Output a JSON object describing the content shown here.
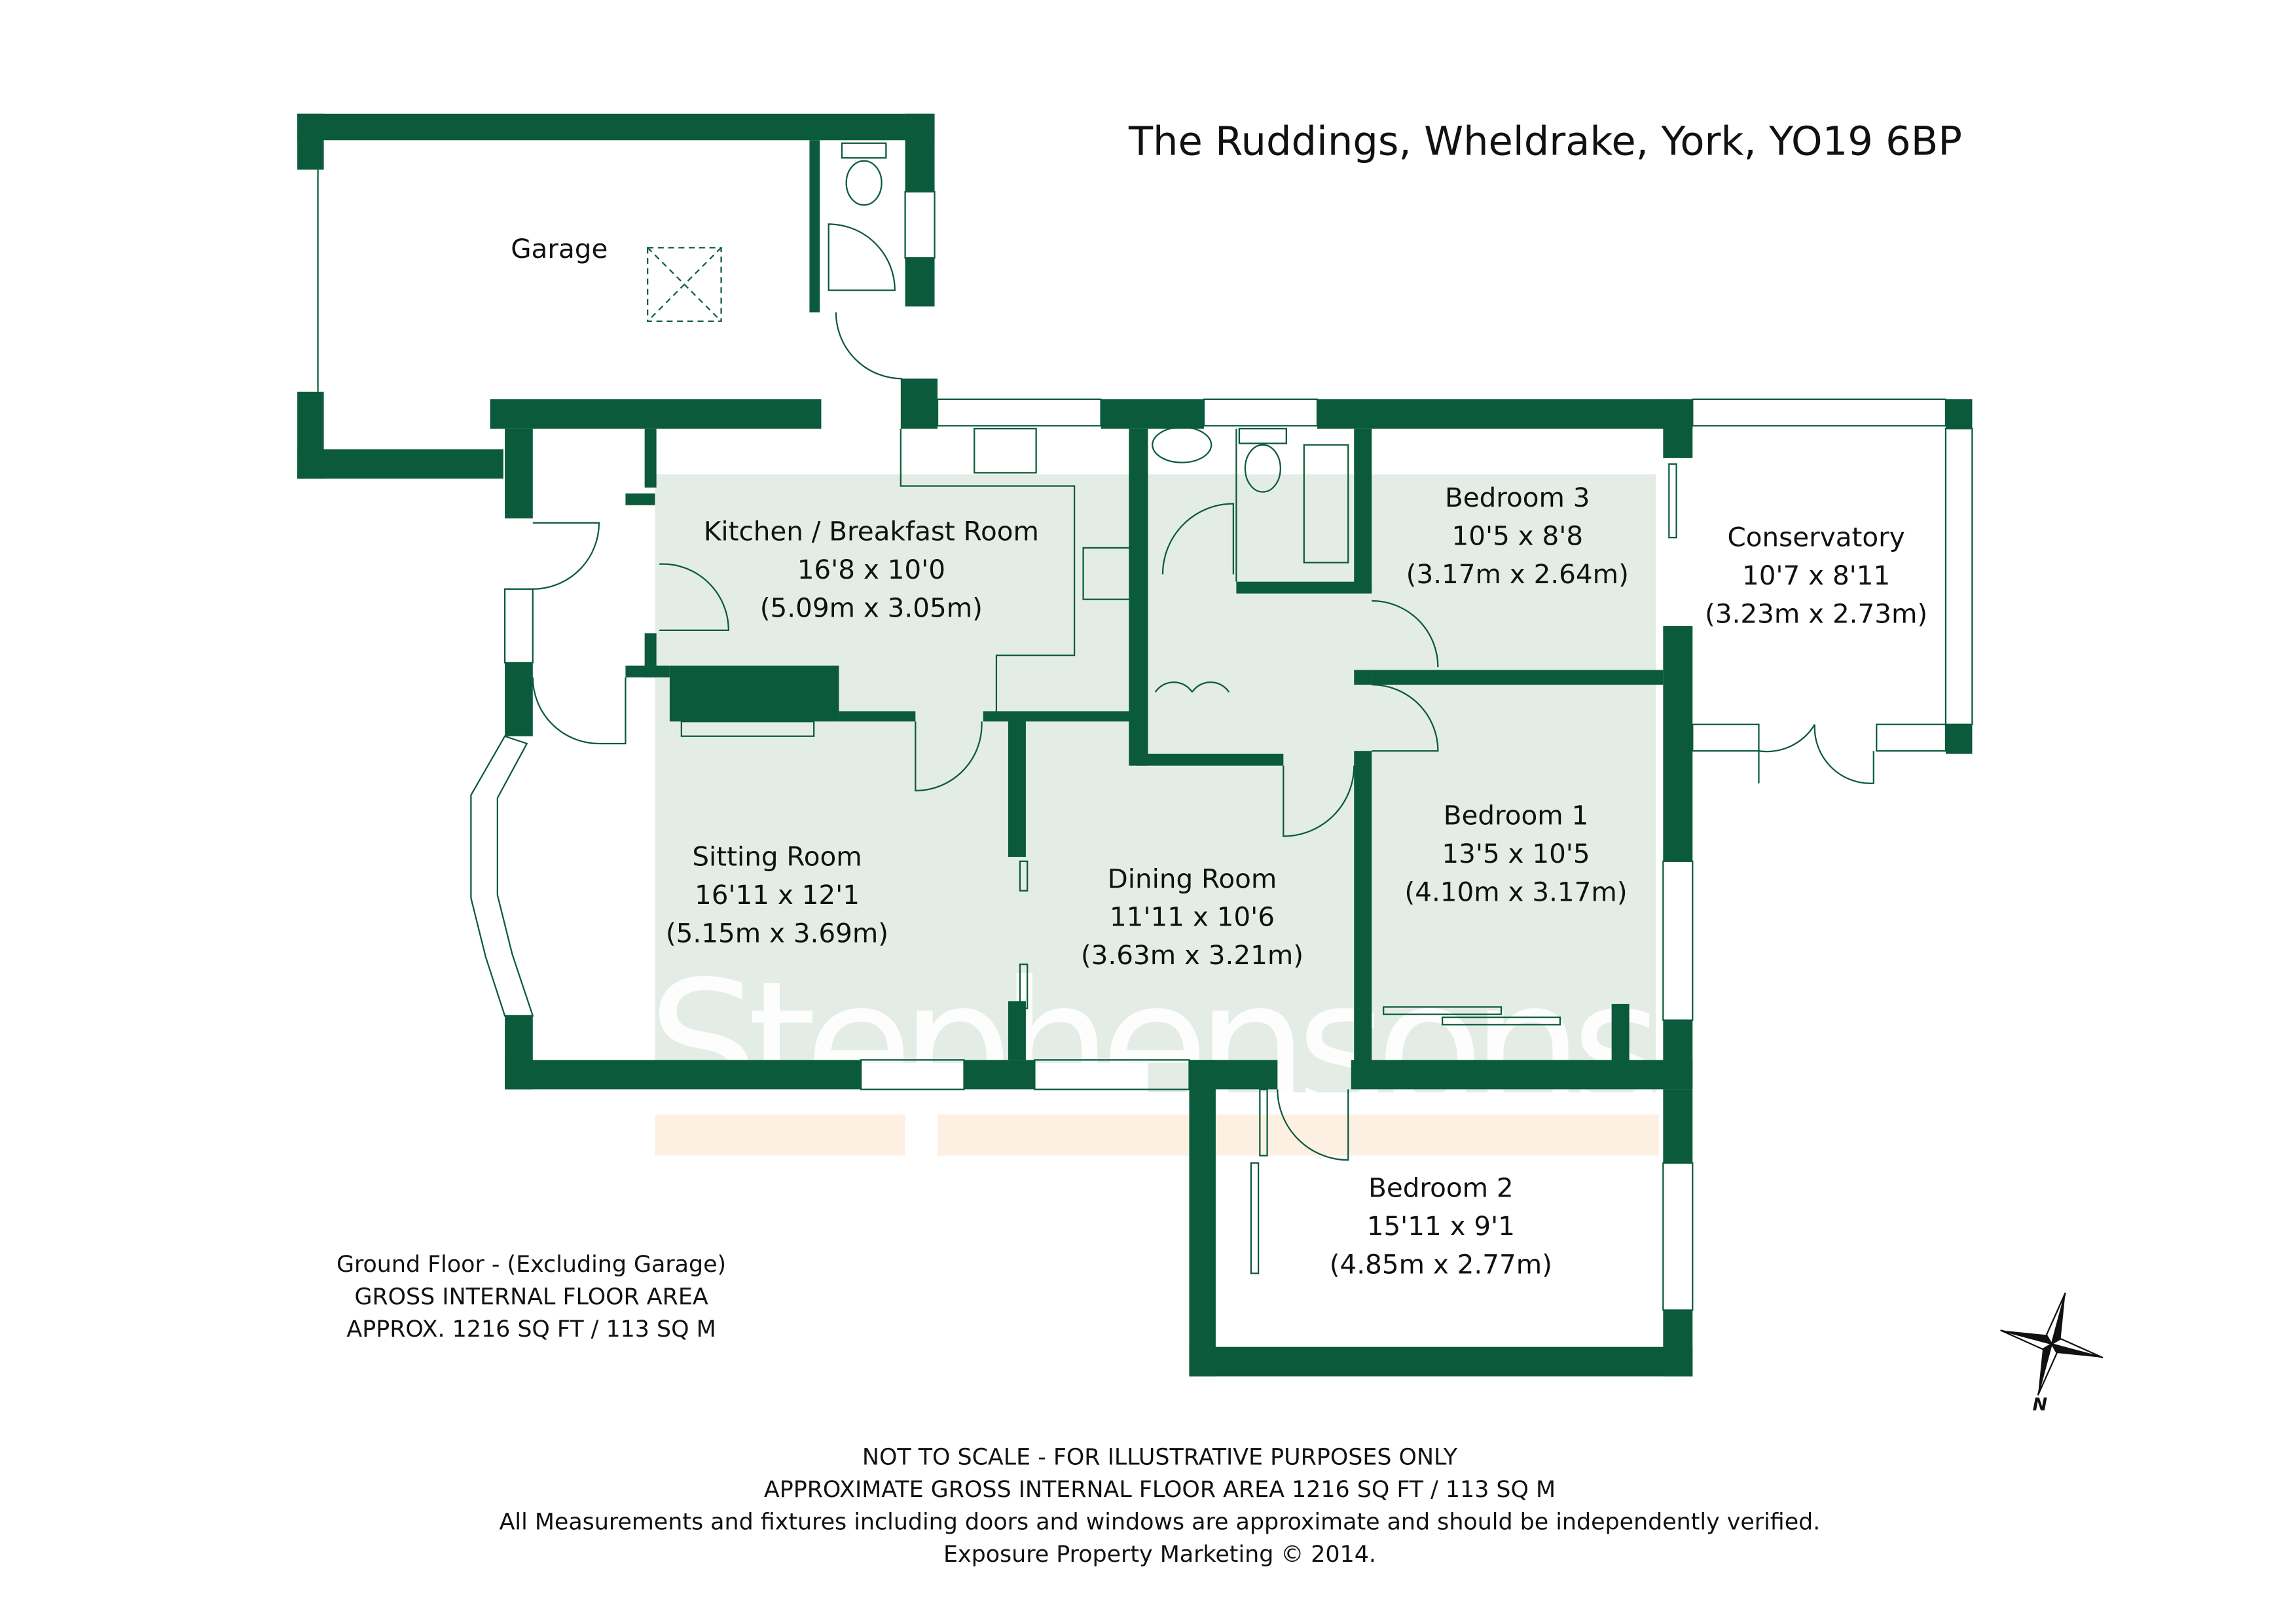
{
  "title": "The Ruddings, Wheldrake, York, YO19 6BP",
  "colors": {
    "wall": "#0b5a3c",
    "floor": "#e3ede6",
    "watermark_band": "#fdf0e2"
  },
  "watermark": "Stephensons",
  "rooms": [
    {
      "name": "Garage"
    },
    {
      "name": "Kitchen / Breakfast Room",
      "imperial": "16'8 x 10'0",
      "metric": "(5.09m x 3.05m)"
    },
    {
      "name": "Bedroom 3",
      "imperial": "10'5 x 8'8",
      "metric": "(3.17m x 2.64m)"
    },
    {
      "name": "Conservatory",
      "imperial": "10'7 x 8'11",
      "metric": "(3.23m x 2.73m)"
    },
    {
      "name": "Sitting Room",
      "imperial": "16'11 x 12'1",
      "metric": "(5.15m x 3.69m)"
    },
    {
      "name": "Dining Room",
      "imperial": "11'11 x 10'6",
      "metric": "(3.63m x 3.21m)"
    },
    {
      "name": "Bedroom 1",
      "imperial": "13'5 x 10'5",
      "metric": "(4.10m x 3.17m)"
    },
    {
      "name": "Bedroom 2",
      "imperial": "15'11 x 9'1",
      "metric": "(4.85m x 2.77m)"
    }
  ],
  "area_note": [
    "Ground Floor - (Excluding Garage)",
    "GROSS INTERNAL FLOOR AREA",
    "APPROX. 1216 SQ FT / 113 SQ M"
  ],
  "footer": [
    "NOT TO SCALE - FOR ILLUSTRATIVE PURPOSES ONLY",
    "APPROXIMATE GROSS INTERNAL FLOOR AREA 1216 SQ FT / 113 SQ M",
    "All Measurements and fixtures including doors and windows are approximate and should be independently verified.",
    "Exposure Property Marketing  © 2014."
  ],
  "compass": {
    "label": "N",
    "icon": "compass-rose-icon"
  }
}
